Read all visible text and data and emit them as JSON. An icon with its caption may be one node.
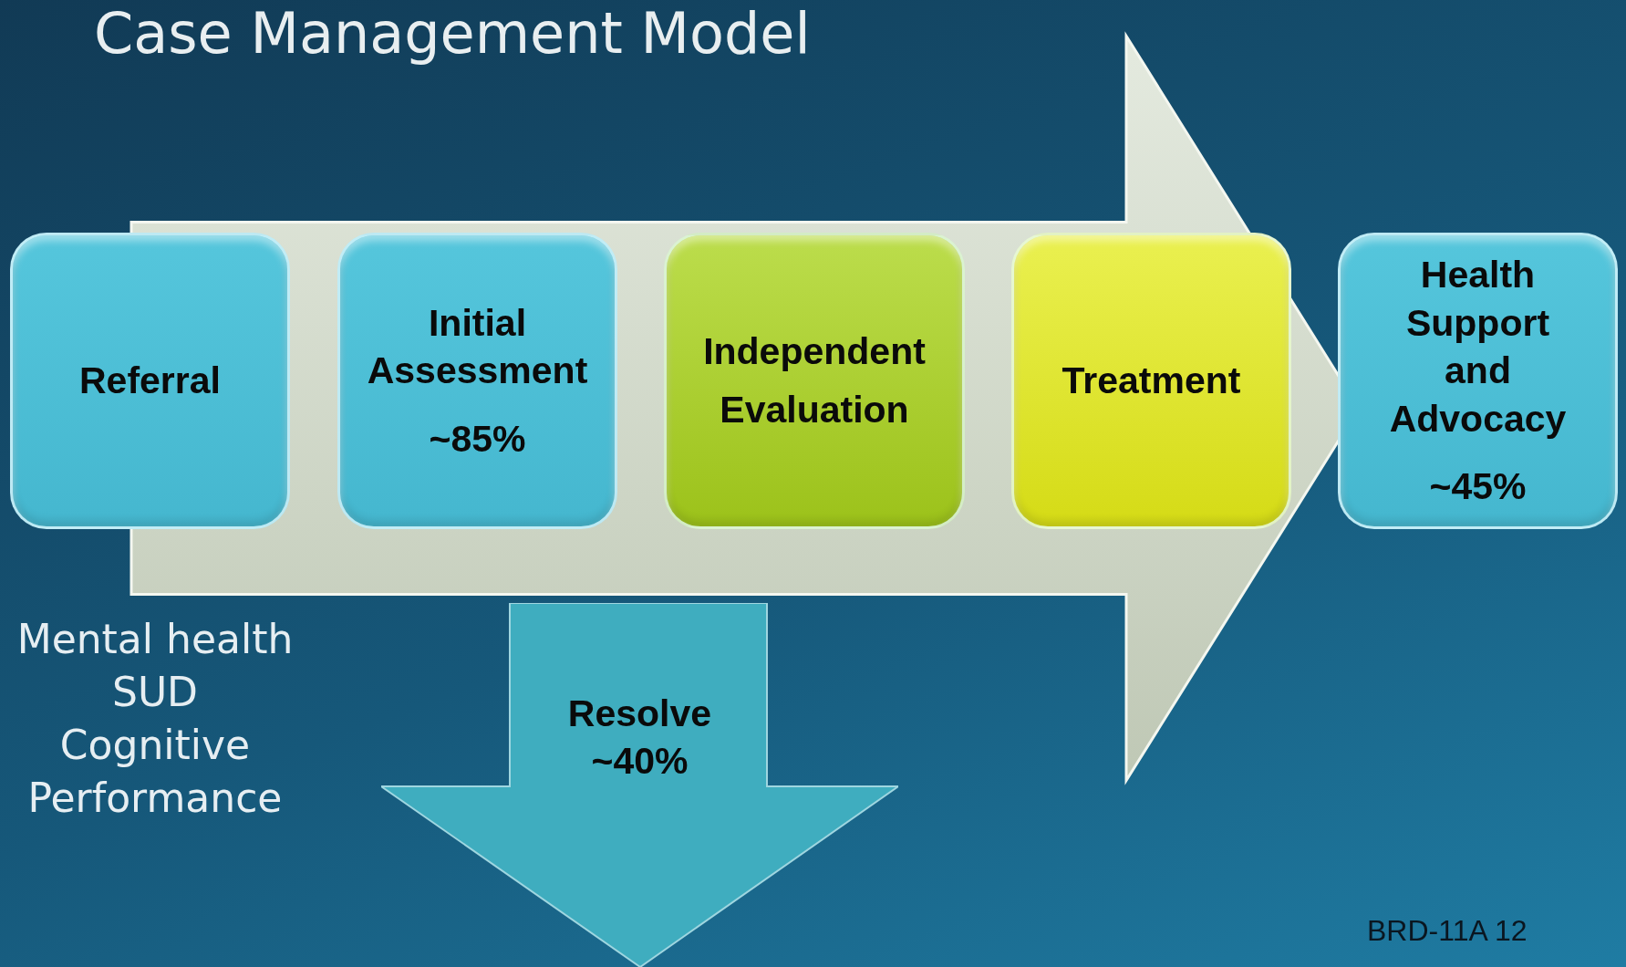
{
  "diagram": {
    "title": "Case Management Model",
    "nodes": [
      {
        "text": [
          "Referral"
        ]
      },
      {
        "text": [
          "Initial Assessment",
          "~85%"
        ]
      },
      {
        "text": [
          "Independent Evaluation"
        ]
      },
      {
        "text": [
          "Treatment"
        ]
      },
      {
        "text": [
          "Health Support and Advocacy",
          "~45%"
        ]
      },
      {
        "text": [
          "Resolve",
          "~40%"
        ]
      }
    ],
    "edges": [
      {
        "from": 0,
        "to": 4,
        "arrow": "to",
        "style": "thick"
      }
    ],
    "labels": [
      "Mental health",
      "SUD",
      "Cognitive",
      "Performance",
      "BRD-11A 12"
    ]
  }
}
